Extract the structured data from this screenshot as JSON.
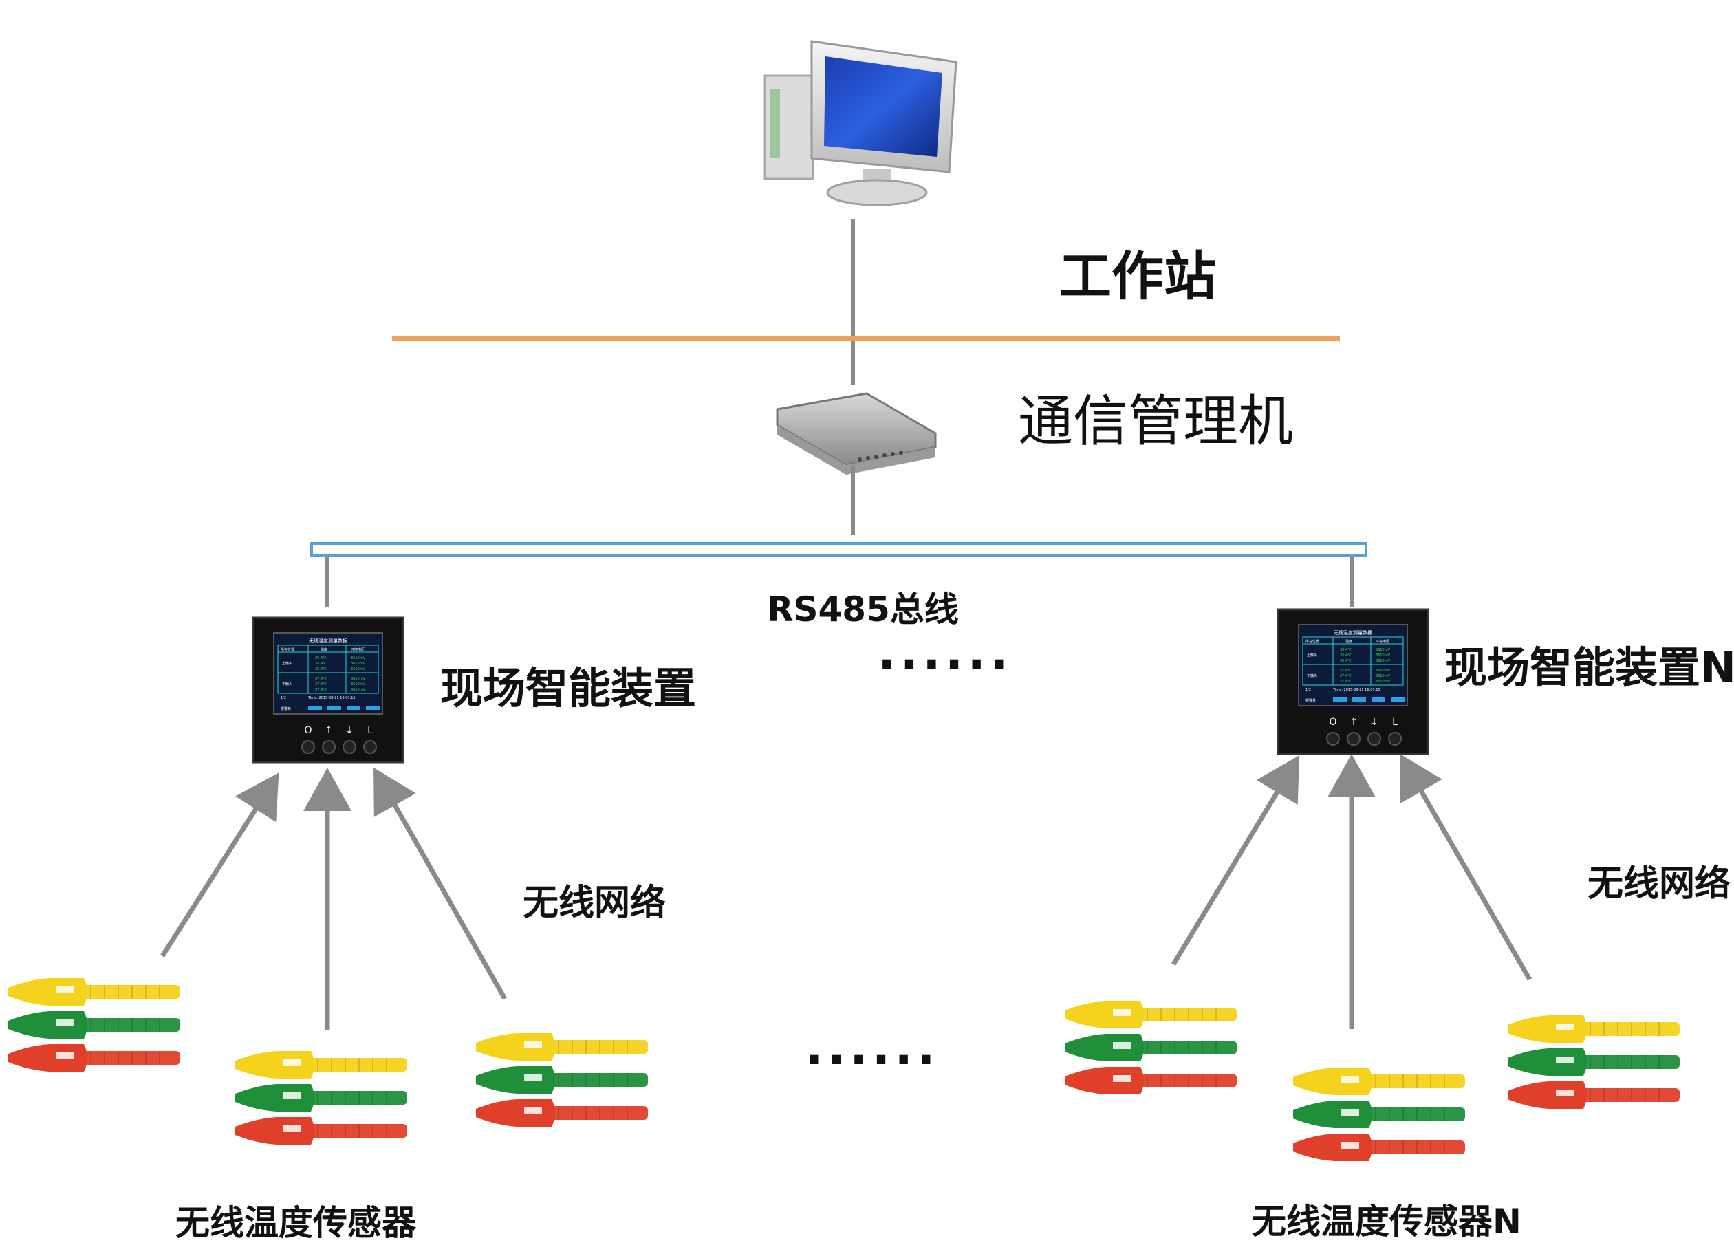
{
  "labels": {
    "workstation": "工作站",
    "comm_manager": "通信管理机",
    "bus": "RS485总线",
    "device": "现场智能装置",
    "device_n": "现场智能装置N",
    "wireless": "无线网络",
    "wireless_n": "无线网络",
    "sensor": "无线温度传感器",
    "sensor_n": "无线温度传感器N",
    "ellipsis_mid": "······",
    "ellipsis_bottom": "······"
  },
  "device_screen": {
    "title": "无线温度测量数据",
    "headers": [
      "所在位置",
      "温度",
      "环境电压"
    ],
    "rows": [
      {
        "pos": "上触头",
        "temps": [
          "35.4℃",
          "35.4℃",
          "35.4℃"
        ],
        "volts": [
          "3610mV",
          "3610mV",
          "3610mV"
        ]
      },
      {
        "pos": "下触头",
        "temps": [
          "37.4℃",
          "37.4℃",
          "37.4℃"
        ],
        "volts": [
          "3610mV",
          "3610mV",
          "3610mV"
        ]
      }
    ],
    "page": "1/2",
    "time": "Time: 2015-08-21 16:07:15",
    "bottom_left": "报警关",
    "buttons": [
      "O",
      "↑",
      "↓",
      "L"
    ]
  },
  "colors": {
    "orange_line": "#f0a05a",
    "bus_stroke": "#5a9fd8",
    "wire": "#8a8a8a",
    "sensor_yellow": "#f5d31c",
    "sensor_green": "#1f8f3a",
    "sensor_red": "#e0402a"
  }
}
